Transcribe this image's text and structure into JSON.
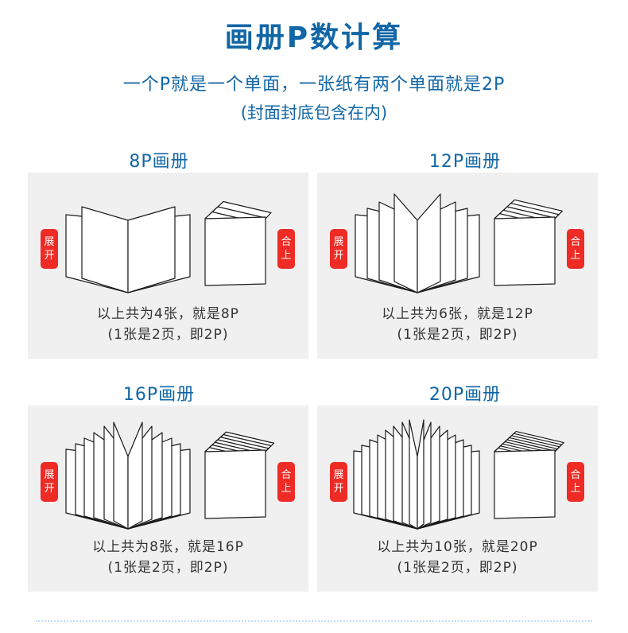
{
  "header": {
    "title": "画册P数计算",
    "line1": "一个P就是一个单面，一张纸有两个单面就是2P",
    "line2": "(封面封底包含在内)"
  },
  "badges": {
    "open": [
      "展",
      "开"
    ],
    "closed": [
      "合",
      "上"
    ]
  },
  "sections": [
    {
      "title": "8P画册",
      "caption1": "以上共为4张，就是8P",
      "caption2": "(1张是2页，即2P)"
    },
    {
      "title": "12P画册",
      "caption1": "以上共为6张，就是12P",
      "caption2": "(1张是2页，即2P)"
    },
    {
      "title": "16P画册",
      "caption1": "以上共为8张，就是16P",
      "caption2": "(1张是2页，即2P)"
    },
    {
      "title": "20P画册",
      "caption1": "以上共为10张，就是20P",
      "caption2": "(1张是2页，即2P)"
    }
  ]
}
